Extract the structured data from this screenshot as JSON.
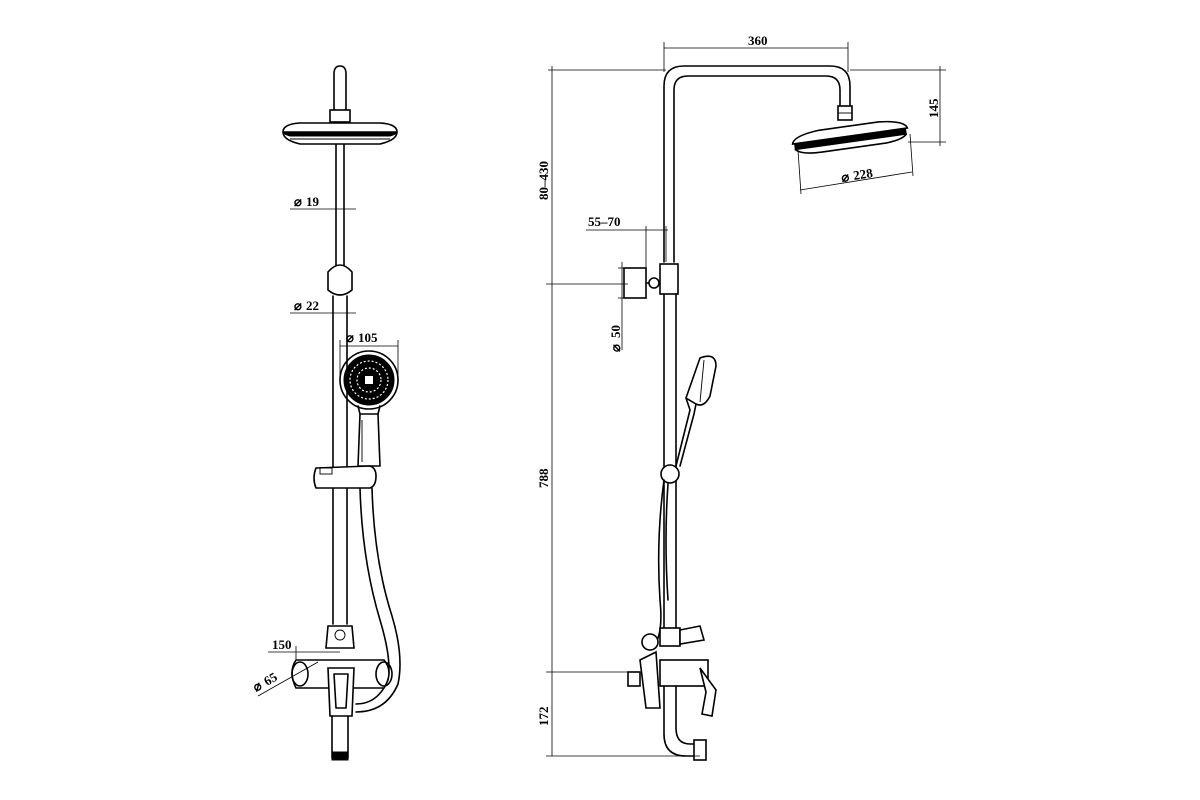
{
  "front_view": {
    "dim_pipe_upper": "19",
    "dim_pipe_lower": "22",
    "dim_handshower": "105",
    "dim_mixer_width": "150",
    "dim_flange": "65"
  },
  "side_view": {
    "dim_arm_reach": "360",
    "dim_head_drop": "145",
    "dim_head_diameter": "228",
    "dim_upper_range": "80–430",
    "dim_wall_offset": "55–70",
    "dim_bracket": "50",
    "dim_column": "788",
    "dim_base": "172"
  },
  "symbols": {
    "diameter": "⌀"
  }
}
